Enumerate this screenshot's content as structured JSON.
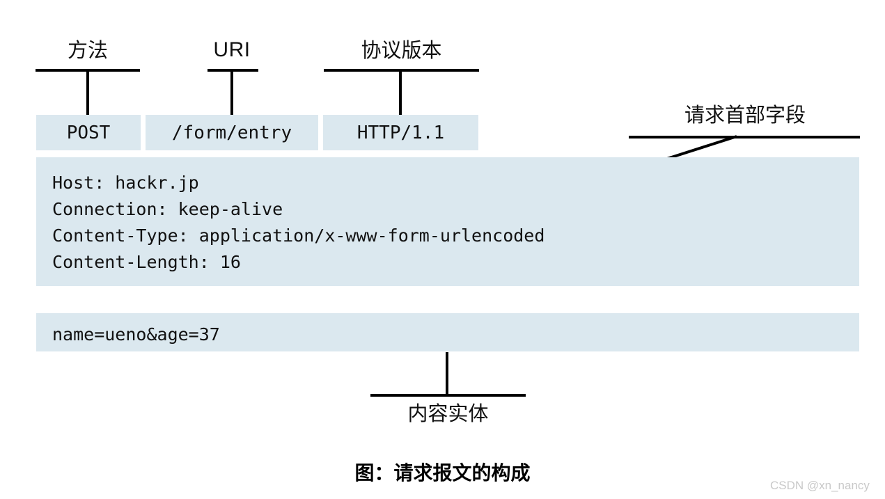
{
  "figure": {
    "caption": "图：请求报文的构成",
    "watermark": "CSDN @xn_nancy",
    "colors": {
      "block_fill": "#dbe8ef",
      "line": "#000000",
      "text": "#111111",
      "watermark": "#c9c9c9",
      "background": "#ffffff"
    }
  },
  "callouts": {
    "method": "方法",
    "uri": "URI",
    "protocol_version": "协议版本",
    "request_header_fields": "请求首部字段",
    "entity_body": "内容实体"
  },
  "request_line": {
    "method": "POST",
    "uri": "/form/entry",
    "version": "HTTP/1.1"
  },
  "header_fields": {
    "lines": [
      "Host: hackr.jp",
      "Connection: keep-alive",
      "Content-Type: application/x-www-form-urlencoded",
      "Content-Length: 16"
    ]
  },
  "entity_body": {
    "text": "name=ueno&age=37"
  }
}
